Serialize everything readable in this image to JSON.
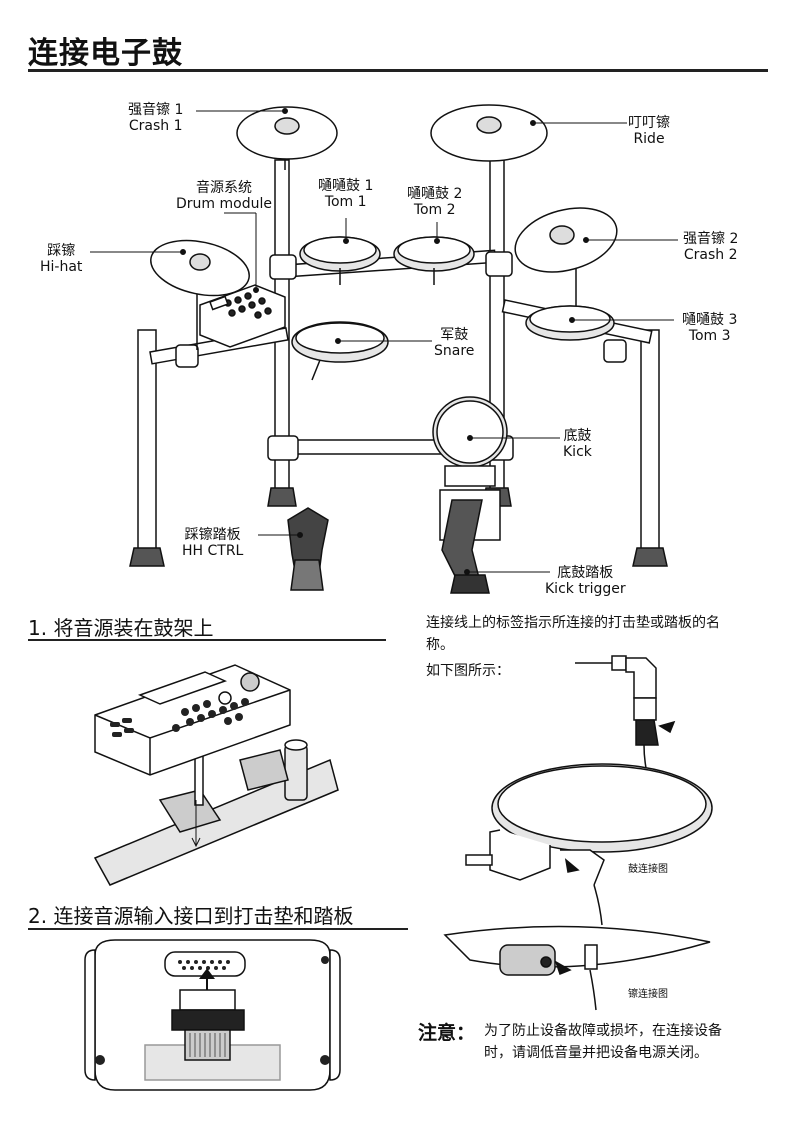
{
  "page": {
    "title": "连接电子鼓"
  },
  "diagram_labels": {
    "crash1": {
      "cn": "强音镲 1",
      "en": "Crash 1"
    },
    "ride": {
      "cn": "叮叮镲",
      "en": "Ride"
    },
    "module": {
      "cn": "音源系统",
      "en": "Drum module"
    },
    "tom1": {
      "cn": "嗵嗵鼓 1",
      "en": "Tom 1"
    },
    "tom2": {
      "cn": "嗵嗵鼓 2",
      "en": "Tom 2"
    },
    "hihat": {
      "cn": "踩镲",
      "en": "Hi-hat"
    },
    "crash2": {
      "cn": "强音镲 2",
      "en": "Crash 2"
    },
    "snare": {
      "cn": "军鼓",
      "en": "Snare"
    },
    "tom3": {
      "cn": "嗵嗵鼓 3",
      "en": "Tom 3"
    },
    "kick": {
      "cn": "底鼓",
      "en": "Kick"
    },
    "hhctrl": {
      "cn": "踩镲踏板",
      "en": "HH CTRL"
    },
    "kicktrigger": {
      "cn": "底鼓踏板",
      "en": "Kick trigger"
    }
  },
  "step1": {
    "heading": "1. 将音源装在鼓架上"
  },
  "step2": {
    "heading": "2.  连接音源输入接口到打击垫和踏板"
  },
  "cable_note": {
    "line1": "连接线上的标签指示所连接的打击垫或踏板的名",
    "line2": "称。",
    "line3": "如下图所示："
  },
  "captions": {
    "drum": "鼓连接图",
    "cymbal": "镲连接图"
  },
  "warning": {
    "label": "注意：",
    "line1": "为了防止设备故障或损坏，在连接设备",
    "line2": "时，请调低音量并把设备电源关闭。"
  },
  "colors": {
    "ink": "#111111",
    "rule": "#222222",
    "fill_gray": "#e6e6e6"
  }
}
